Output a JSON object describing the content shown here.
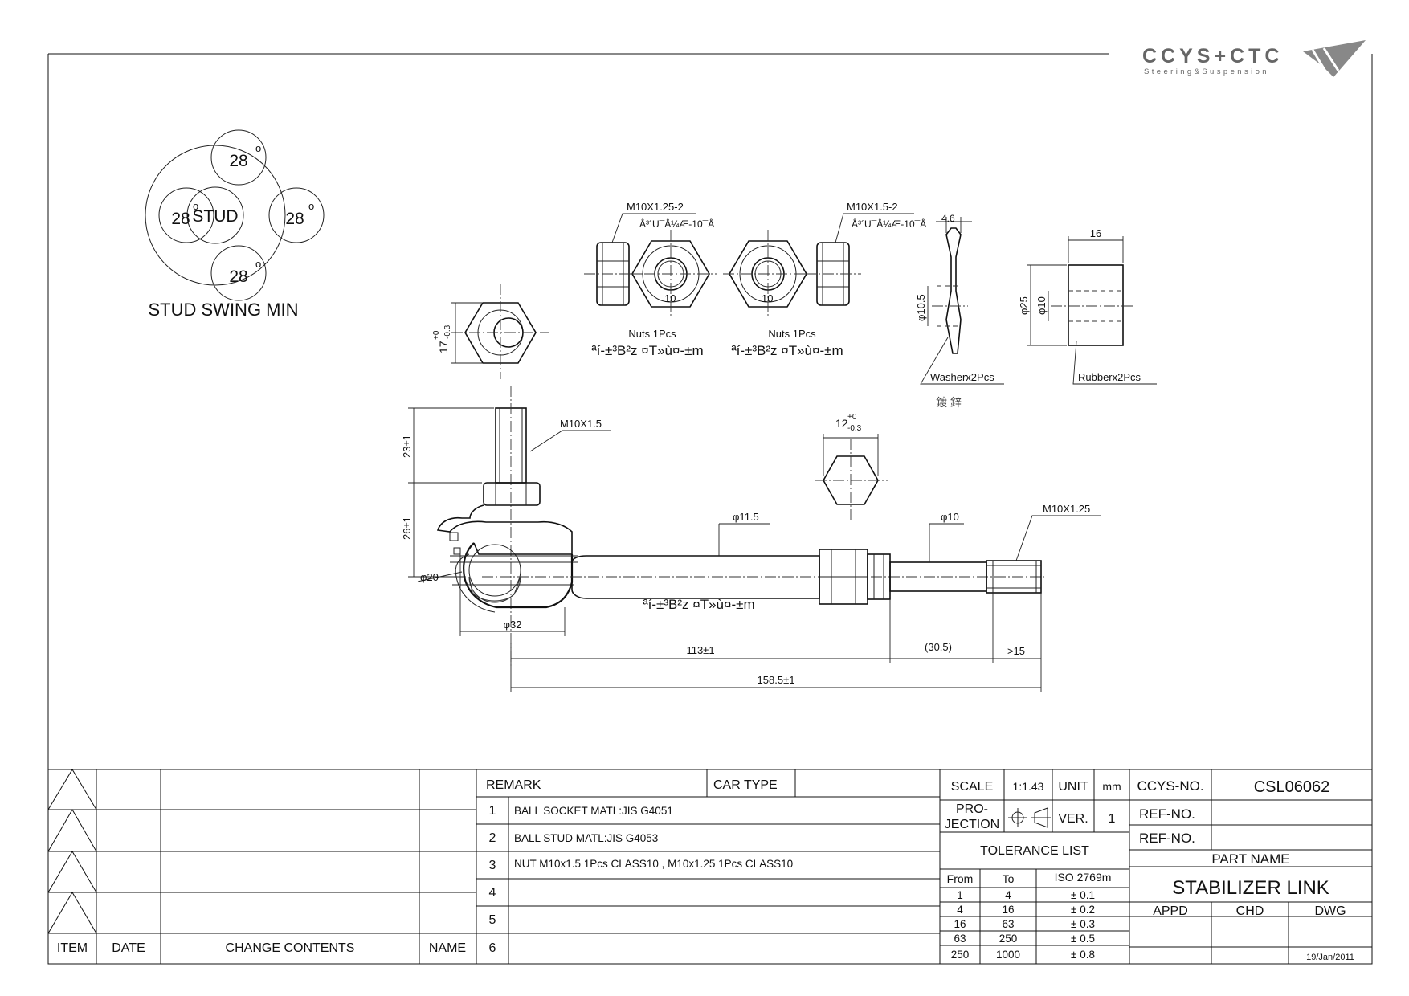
{
  "logo": {
    "brand": "CCYS+CTC",
    "tagline": "Steering&Suspension"
  },
  "stud_swing": {
    "center_label": "STUD",
    "angles": [
      "28",
      "28",
      "28",
      "28"
    ],
    "degree_symbol": "o",
    "caption": "STUD SWING MIN"
  },
  "parts": {
    "nut1_thread": "M10X1.25-2",
    "nut1_note": "Å³´U¯Å¼Æ-10¯Å",
    "nut1_width": "10",
    "nut1_caption": "Nuts 1Pcs",
    "nut1_finish": "ªí-±³B²z ¤T»ù¤-±m",
    "nut2_thread": "M10X1.5-2",
    "nut2_note": "Å³´U¯Å¼Æ-10¯Å",
    "nut2_width": "10",
    "nut2_caption": "Nuts 1Pcs",
    "nut2_finish": "ªí-±³B²z ¤T»ù¤-±m",
    "hex17_dim": "17",
    "hex17_tol_upper": "+0",
    "hex17_tol_lower": "-0.3",
    "washer_thickness": "4.6",
    "washer_bore": "φ10.5",
    "washer_caption": "Washerx2Pcs",
    "washer_finish": "鍍 鋅",
    "rubber_width": "16",
    "rubber_outer": "φ25",
    "rubber_inner": "φ10",
    "rubber_caption": "Rubberx2Pcs",
    "hex12_dim": "12",
    "hex12_tol_upper": "+0",
    "hex12_tol_lower": "-0.3"
  },
  "main_view": {
    "stud_thread": "M10X1.5",
    "dim_23": "23±1",
    "dim_26": "26±1",
    "dim_phi20": "φ20",
    "dim_phi32": "φ32",
    "dim_phi11_5": "φ11.5",
    "dim_phi10": "φ10",
    "end_thread": "M10X1.25",
    "finish_note": "ªí-±³B²z ¤T»ù¤-±m",
    "dim_113": "113±1",
    "dim_30_5": "(30.5)",
    "dim_gt15": ">15",
    "dim_158_5": "158.5±1"
  },
  "revision_block": {
    "headers": [
      "ITEM",
      "DATE",
      "CHANGE CONTENTS",
      "NAME"
    ]
  },
  "remarks": {
    "title": "REMARK",
    "car_type_label": "CAR TYPE",
    "car_type_value": "",
    "rows": [
      {
        "no": "1",
        "text": "BALL SOCKET MATL:JIS  G4051"
      },
      {
        "no": "2",
        "text": "BALL STUD MATL:JIS G4053"
      },
      {
        "no": "3",
        "text": "NUT M10x1.5 1Pcs CLASS10 , M10x1.25 1Pcs CLASS10"
      },
      {
        "no": "4",
        "text": ""
      },
      {
        "no": "5",
        "text": ""
      },
      {
        "no": "6",
        "text": ""
      }
    ]
  },
  "spec": {
    "scale_label": "SCALE",
    "scale_value": "1:1.43",
    "unit_label": "UNIT",
    "unit_value": "mm",
    "projection_label_1": "PRO-",
    "projection_label_2": "JECTION",
    "ver_label": "VER.",
    "ver_value": "1",
    "tolerance_title": "TOLERANCE LIST",
    "tolerance_headers": [
      "From",
      "To",
      "ISO 2769m"
    ],
    "tolerance_rows": [
      [
        "1",
        "4",
        "± 0.1"
      ],
      [
        "4",
        "16",
        "± 0.2"
      ],
      [
        "16",
        "63",
        "± 0.3"
      ],
      [
        "63",
        "250",
        "± 0.5"
      ],
      [
        "250",
        "1000",
        "± 0.8"
      ]
    ]
  },
  "title_block": {
    "ccys_no_label": "CCYS-NO.",
    "ccys_no_value": "CSL06062",
    "ref_no_label_1": "REF-NO.",
    "ref_no_label_2": "REF-NO.",
    "part_name_label": "PART NAME",
    "part_name_value": "STABILIZER LINK",
    "appd_label": "APPD",
    "chd_label": "CHD",
    "dwg_label": "DWG",
    "date": "19/Jan/2011"
  }
}
